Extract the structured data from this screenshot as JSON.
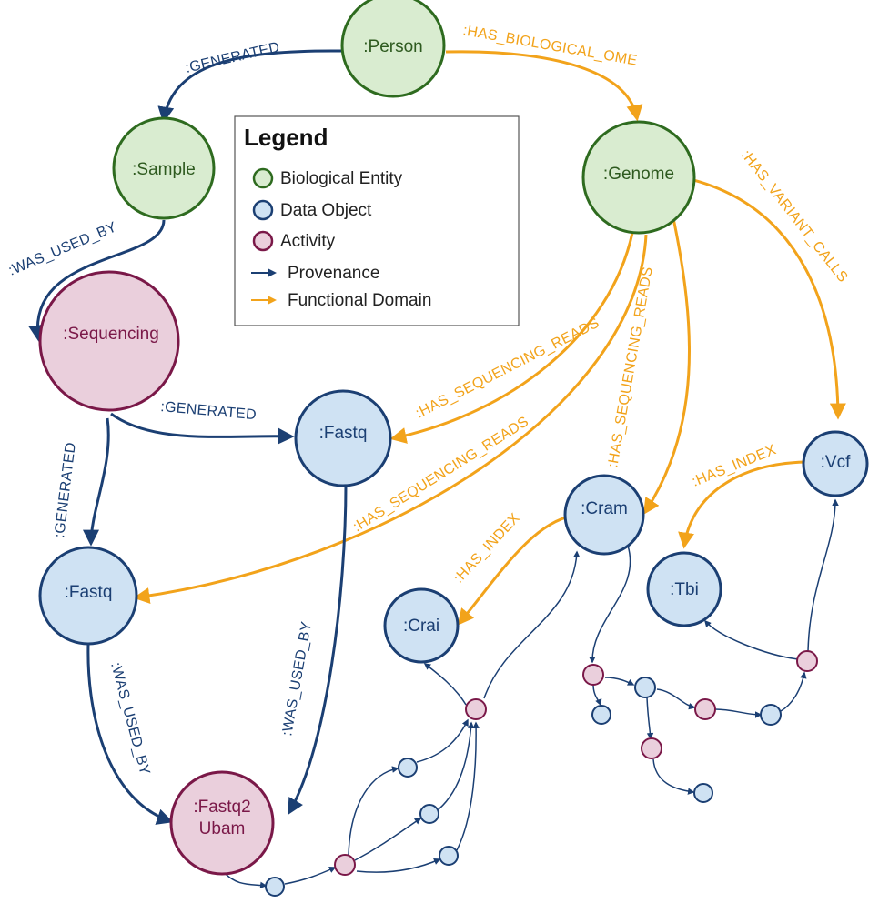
{
  "colors": {
    "bio_fill": "#d9ecd0",
    "bio_stroke": "#2e6b1f",
    "bio_text": "#2e5a1f",
    "data_fill": "#cfe2f3",
    "data_stroke": "#1b3f73",
    "data_text": "#1b3f73",
    "act_fill": "#eacfdc",
    "act_stroke": "#7a1848",
    "act_text": "#7a1848",
    "provenance": "#1b3f73",
    "functional": "#f2a31b"
  },
  "nodes": {
    "person": ":Person",
    "sample": ":Sample",
    "genome": ":Genome",
    "sequencing": ":Sequencing",
    "fastq_a": ":Fastq",
    "fastq_b": ":Fastq",
    "fastq2ubam_1": ":Fastq2",
    "fastq2ubam_2": "Ubam",
    "cram": ":Cram",
    "crai": ":Crai",
    "vcf": ":Vcf",
    "tbi": ":Tbi"
  },
  "edges": {
    "person_sample": ":GENERATED",
    "person_genome": ":HAS_BIOLOGICAL_OME",
    "sample_sequencing": ":WAS_USED_BY",
    "seq_fastq_a": ":GENERATED",
    "seq_fastq_b": ":GENERATED",
    "genome_fastq_a": ":HAS_SEQUENCING_READS",
    "genome_fastq_b": ":HAS_SEQUENCING_READS",
    "genome_cram": ":HAS_SEQUENCING_READS",
    "genome_vcf": ":HAS_VARIANT_CALLS",
    "fastq_b_ubam": ":WAS_USED_BY",
    "fastq_a_ubam": ":WAS_USED_BY",
    "cram_crai": ":HAS_INDEX",
    "vcf_tbi": ":HAS_INDEX"
  },
  "legend": {
    "title": "Legend",
    "biological": "Biological Entity",
    "data_object": "Data Object",
    "activity": "Activity",
    "provenance": "Provenance",
    "functional": "Functional Domain"
  }
}
